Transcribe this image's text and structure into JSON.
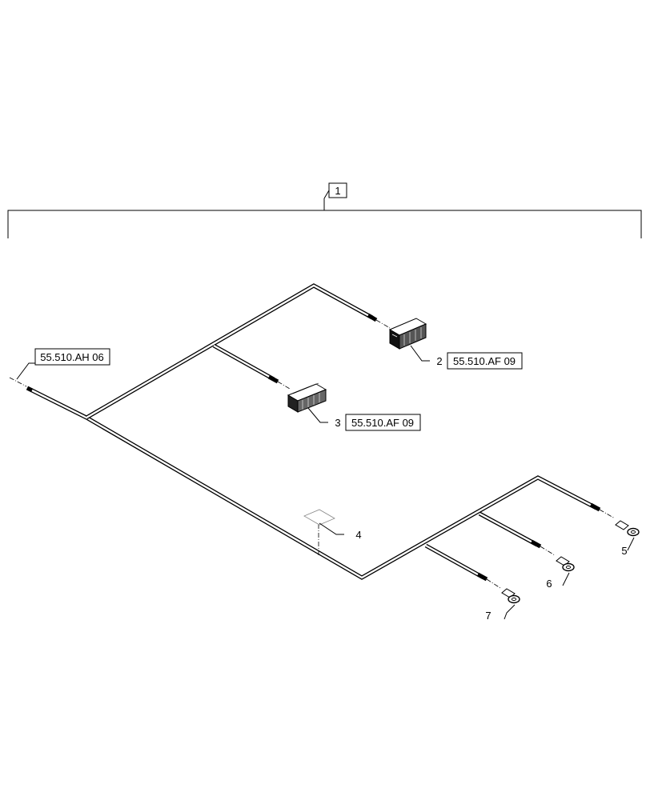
{
  "assembly": {
    "callout": "1"
  },
  "references": {
    "harness_end": "55.510.AH 06",
    "connector_upper": "55.510.AF 09",
    "connector_lower": "55.510.AF 09"
  },
  "callouts": {
    "connector_upper": "2",
    "connector_lower": "3",
    "label_tag": "4",
    "ring_terminal_a": "5",
    "ring_terminal_b": "6",
    "ring_terminal_c": "7"
  }
}
